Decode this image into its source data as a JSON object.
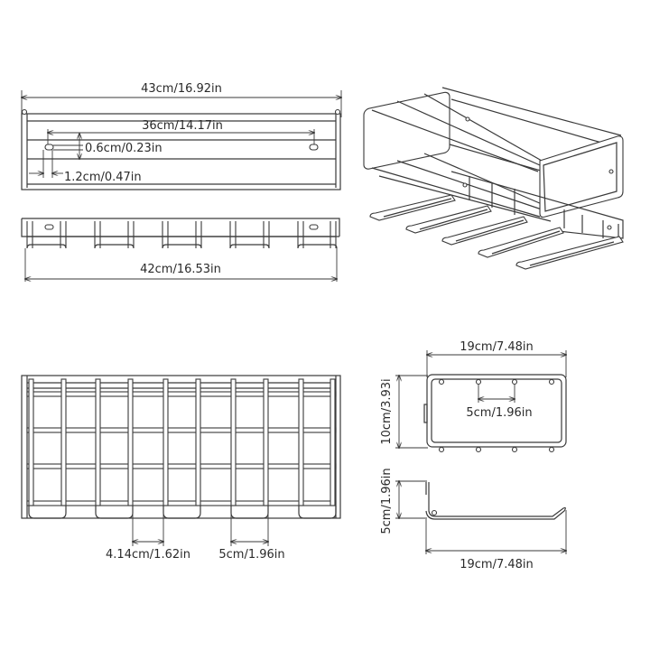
{
  "colors": {
    "background": "#ffffff",
    "line": "#3a3a3a",
    "text": "#2a2a2a"
  },
  "views": {
    "top_view": {
      "overall_width": "43cm/16.92in",
      "hole_spacing": "36cm/14.17in",
      "hole_height": "0.6cm/0.23in",
      "hole_offset": "1.2cm/0.47in"
    },
    "back_bracket_view": {
      "width": "42cm/16.53in"
    },
    "isometric_view": {
      "label": ""
    },
    "front_view": {
      "slot_width": "4.14cm/1.62in",
      "hook_width": "5cm/1.96in"
    },
    "side_view": {
      "width": "19cm/7.48in",
      "height": "10cm/3.93i",
      "inner_spacing": "5cm/1.96in"
    },
    "hook_profile_view": {
      "height": "5cm/1.96in",
      "depth": "19cm/7.48in"
    }
  }
}
